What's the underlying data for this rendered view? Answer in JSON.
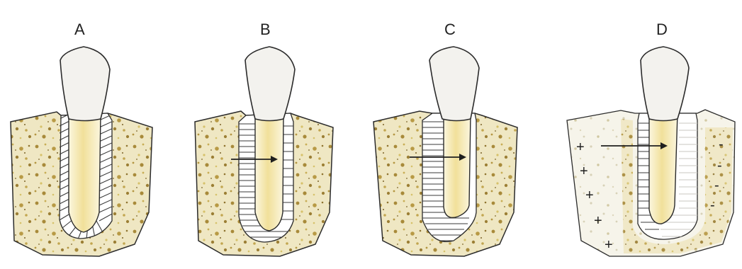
{
  "panels": [
    {
      "id": "A",
      "label": "A",
      "arrow": false,
      "charges": false
    },
    {
      "id": "B",
      "label": "B",
      "arrow": true,
      "charges": false
    },
    {
      "id": "C",
      "label": "C",
      "arrow": true,
      "charges": false
    },
    {
      "id": "D",
      "label": "D",
      "arrow": true,
      "charges": true
    }
  ],
  "charges": {
    "positive": "+",
    "negative": "-"
  },
  "colors": {
    "bone_base": "#efe7c3",
    "bone_speck_dark": "#a88a3a",
    "bone_speck_light": "#d6c16a",
    "root_yellow": "#f1e09a",
    "root_light": "#fbf6de",
    "crown_fill": "#f3f2ee",
    "outline": "#2b2b2b",
    "ligament_compressed": "#c9c7c2"
  }
}
